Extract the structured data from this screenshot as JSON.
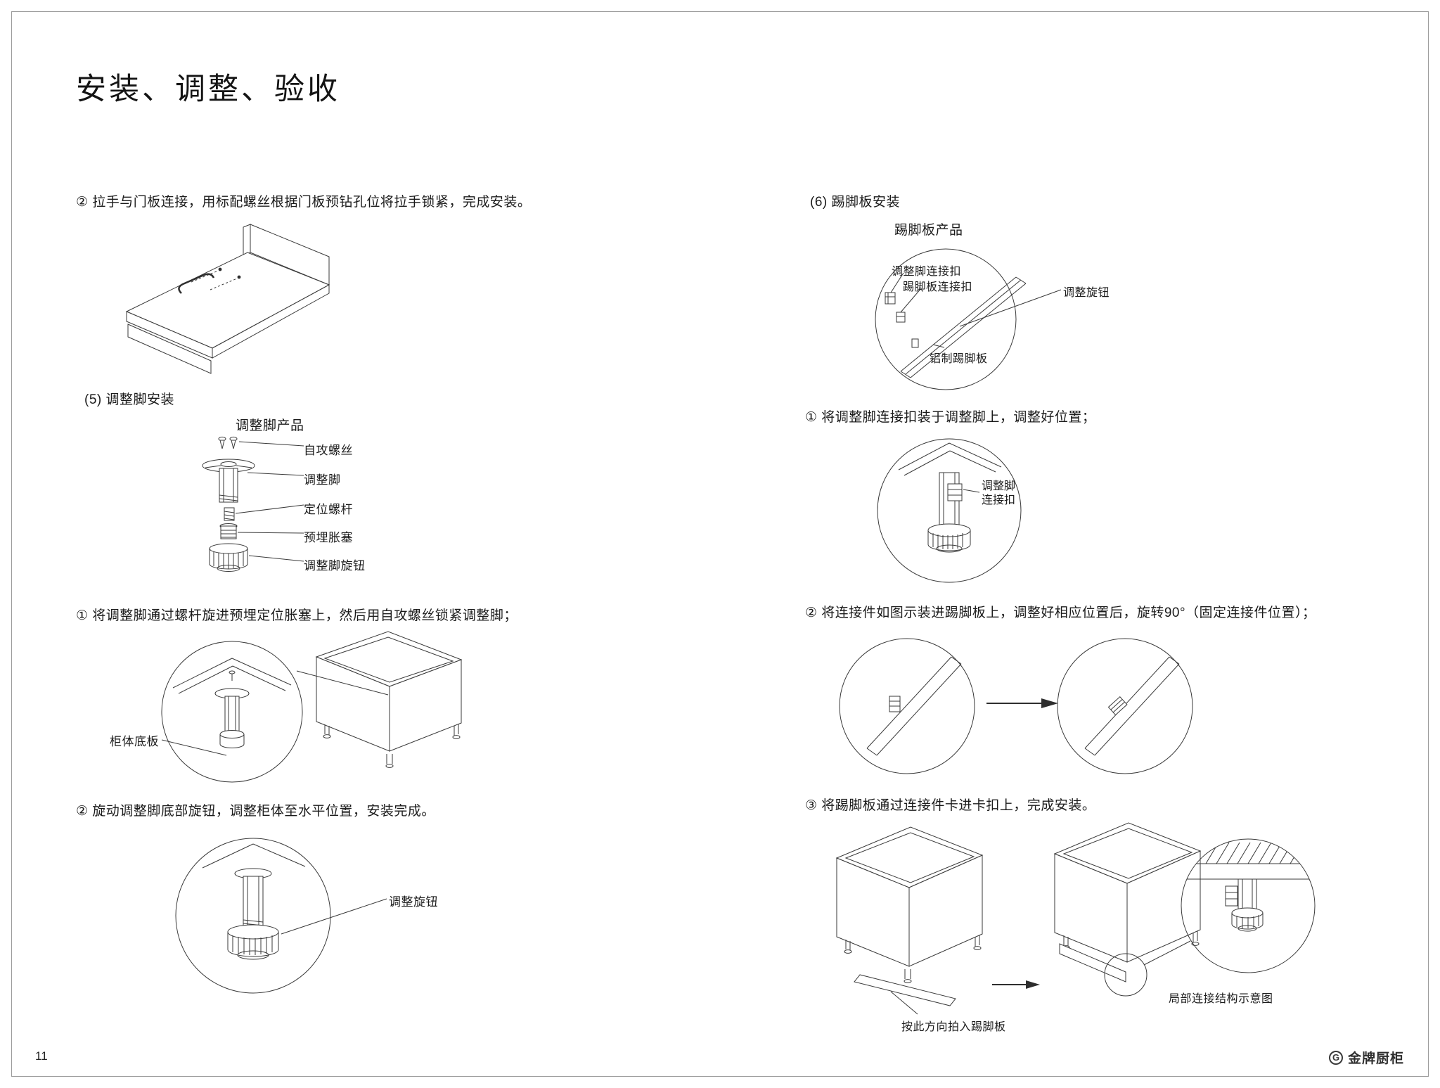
{
  "page": {
    "title": "安装、调整、验收",
    "page_number": "11",
    "brand": "金牌厨柜",
    "brand_icon": "G"
  },
  "left": {
    "handle_step": "② 拉手与门板连接，用标配螺丝根据门板预钻孔位将拉手锁紧，完成安装。",
    "section_title": "(5) 调整脚安装",
    "product_title": "调整脚产品",
    "parts": [
      "自攻螺丝",
      "调整脚",
      "定位螺杆",
      "预埋胀塞",
      "调整脚旋钮"
    ],
    "step1": "① 将调整脚通过螺杆旋进预埋定位胀塞上，然后用自攻螺丝锁紧调整脚；",
    "cabinet_bottom_label": "柜体底板",
    "step2": "② 旋动调整脚底部旋钮，调整柜体至水平位置，安装完成。",
    "knob_label": "调整旋钮"
  },
  "right": {
    "section_title": "(6) 踢脚板安装",
    "product_title": "踢脚板产品",
    "foot_clip_label": "调整脚连接扣",
    "board_clip_label": "踢脚板连接扣",
    "knob_label": "调整旋钮",
    "alu_board_label": "铝制踢脚板",
    "step1": "① 将调整脚连接扣装于调整脚上，调整好位置；",
    "foot_clip_line1": "调整脚",
    "foot_clip_line2": "连接扣",
    "step2": "② 将连接件如图示装进踢脚板上，调整好相应位置后，旋转90°（固定连接件位置）；",
    "step3": "③ 将踢脚板通过连接件卡进卡扣上，完成安装。",
    "push_direction_label": "按此方向拍入踢脚板",
    "detail_label": "局部连接结构示意图"
  }
}
